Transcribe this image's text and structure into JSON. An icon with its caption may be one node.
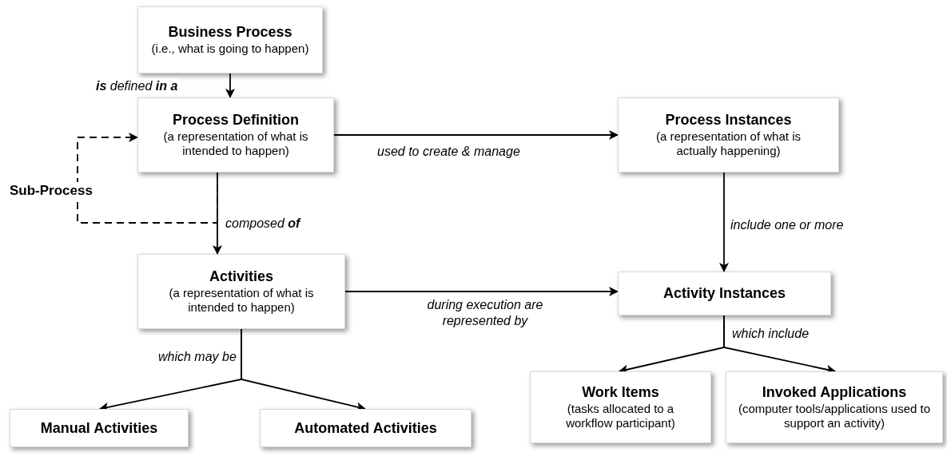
{
  "diagram": {
    "nodes": [
      {
        "text": [
          "Business Process",
          "(i.e., what is going to happen)"
        ]
      },
      {
        "text": [
          "Process Definition",
          "(a representation of what is intended to happen)"
        ]
      },
      {
        "text": [
          "Activities",
          "(a representation of what is intended to happen)"
        ]
      },
      {
        "text": [
          "Manual Activities"
        ]
      },
      {
        "text": [
          "Automated Activities"
        ]
      },
      {
        "text": [
          "Process Instances",
          "(a representation of what is actually happening)"
        ]
      },
      {
        "text": [
          "Activity Instances"
        ]
      },
      {
        "text": [
          "Work Items",
          "(tasks allocated to a workflow participant)"
        ]
      },
      {
        "text": [
          "Invoked Applications",
          "(computer tools/applications used to support an activity)"
        ]
      }
    ],
    "edges": [
      {
        "from": 0,
        "to": 1,
        "arrow": "to",
        "label": "**is** defined **in a**"
      },
      {
        "from": 1,
        "to": 1,
        "arrow": "to",
        "label": "Sub-Process",
        "style": "dashed"
      },
      {
        "from": 1,
        "to": 2,
        "arrow": "to",
        "label": "composed **of**"
      },
      {
        "from": 1,
        "to": 5,
        "arrow": "to",
        "label": "used to create & manage"
      },
      {
        "from": 5,
        "to": 6,
        "arrow": "to",
        "label": "include one or more"
      },
      {
        "from": 2,
        "to": 6,
        "arrow": "to",
        "label": "during execution are represented by"
      },
      {
        "from": 2,
        "to": 3,
        "arrow": "to",
        "label": "which may be"
      },
      {
        "from": 2,
        "to": 4,
        "arrow": "to"
      },
      {
        "from": 6,
        "to": 7,
        "arrow": "to",
        "label": "which include"
      },
      {
        "from": 6,
        "to": 8,
        "arrow": "to"
      }
    ]
  }
}
